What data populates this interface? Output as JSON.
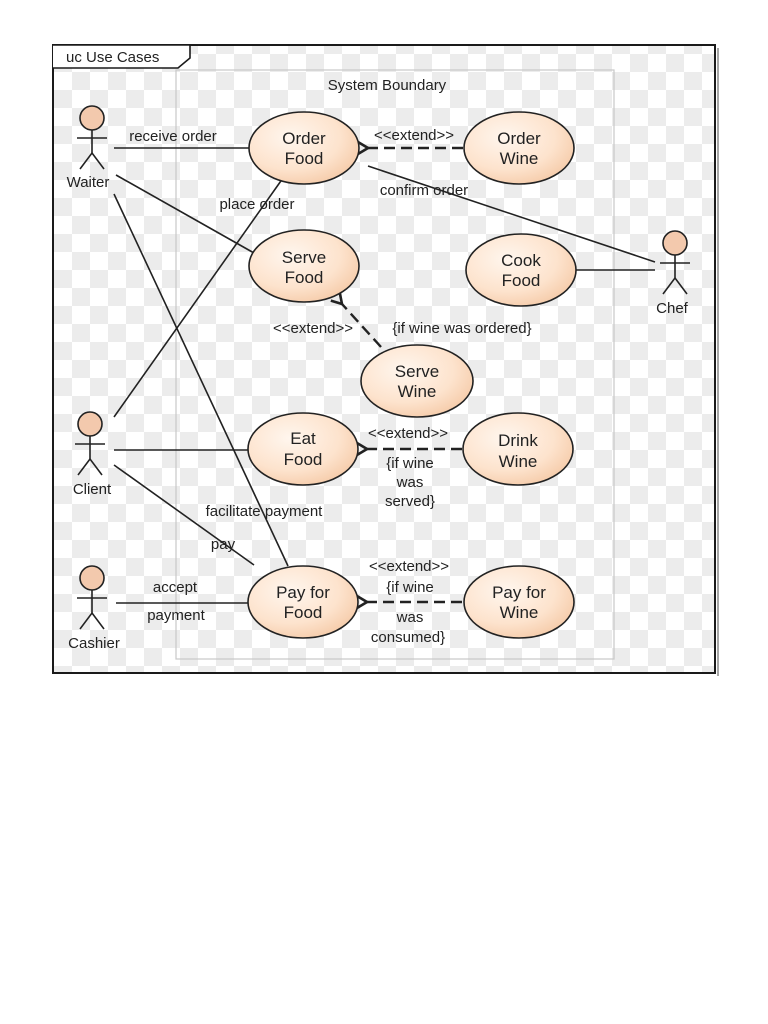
{
  "frame": {
    "title": "uc Use Cases"
  },
  "boundary": {
    "title": "System Boundary"
  },
  "actors": {
    "waiter": "Waiter",
    "client": "Client",
    "cashier": "Cashier",
    "chef": "Chef"
  },
  "use_cases": {
    "order_food": [
      "Order",
      "Food"
    ],
    "order_wine": [
      "Order",
      "Wine"
    ],
    "serve_food": [
      "Serve",
      "Food"
    ],
    "cook_food": [
      "Cook",
      "Food"
    ],
    "serve_wine": [
      "Serve",
      "Wine"
    ],
    "eat_food": [
      "Eat",
      "Food"
    ],
    "drink_wine": [
      "Drink",
      "Wine"
    ],
    "pay_food": [
      "Pay for",
      "Food"
    ],
    "pay_wine": [
      "Pay for",
      "Wine"
    ]
  },
  "labels": {
    "receive_order": "receive order",
    "place_order": "place order",
    "confirm_order": "confirm order",
    "facilitate_payment": "facilitate payment",
    "pay": "pay",
    "accept": "accept",
    "payment": "payment",
    "extend": "<<extend>>",
    "cond_wine_ordered": "{if wine was ordered}",
    "cond_wine_served": [
      "{if wine",
      "was",
      "served}"
    ],
    "cond_wine_consumed": [
      "{if wine",
      "was",
      "consumed}"
    ]
  },
  "colors": {
    "usecase_fill_light": "#fff6ee",
    "usecase_fill_dark": "#f4c7a3",
    "actor_head": "#f3c9ad",
    "line": "#222222",
    "frame_border": "#1a1a1a",
    "boundary_border": "#c8c8c8",
    "checker": "#ececec"
  }
}
